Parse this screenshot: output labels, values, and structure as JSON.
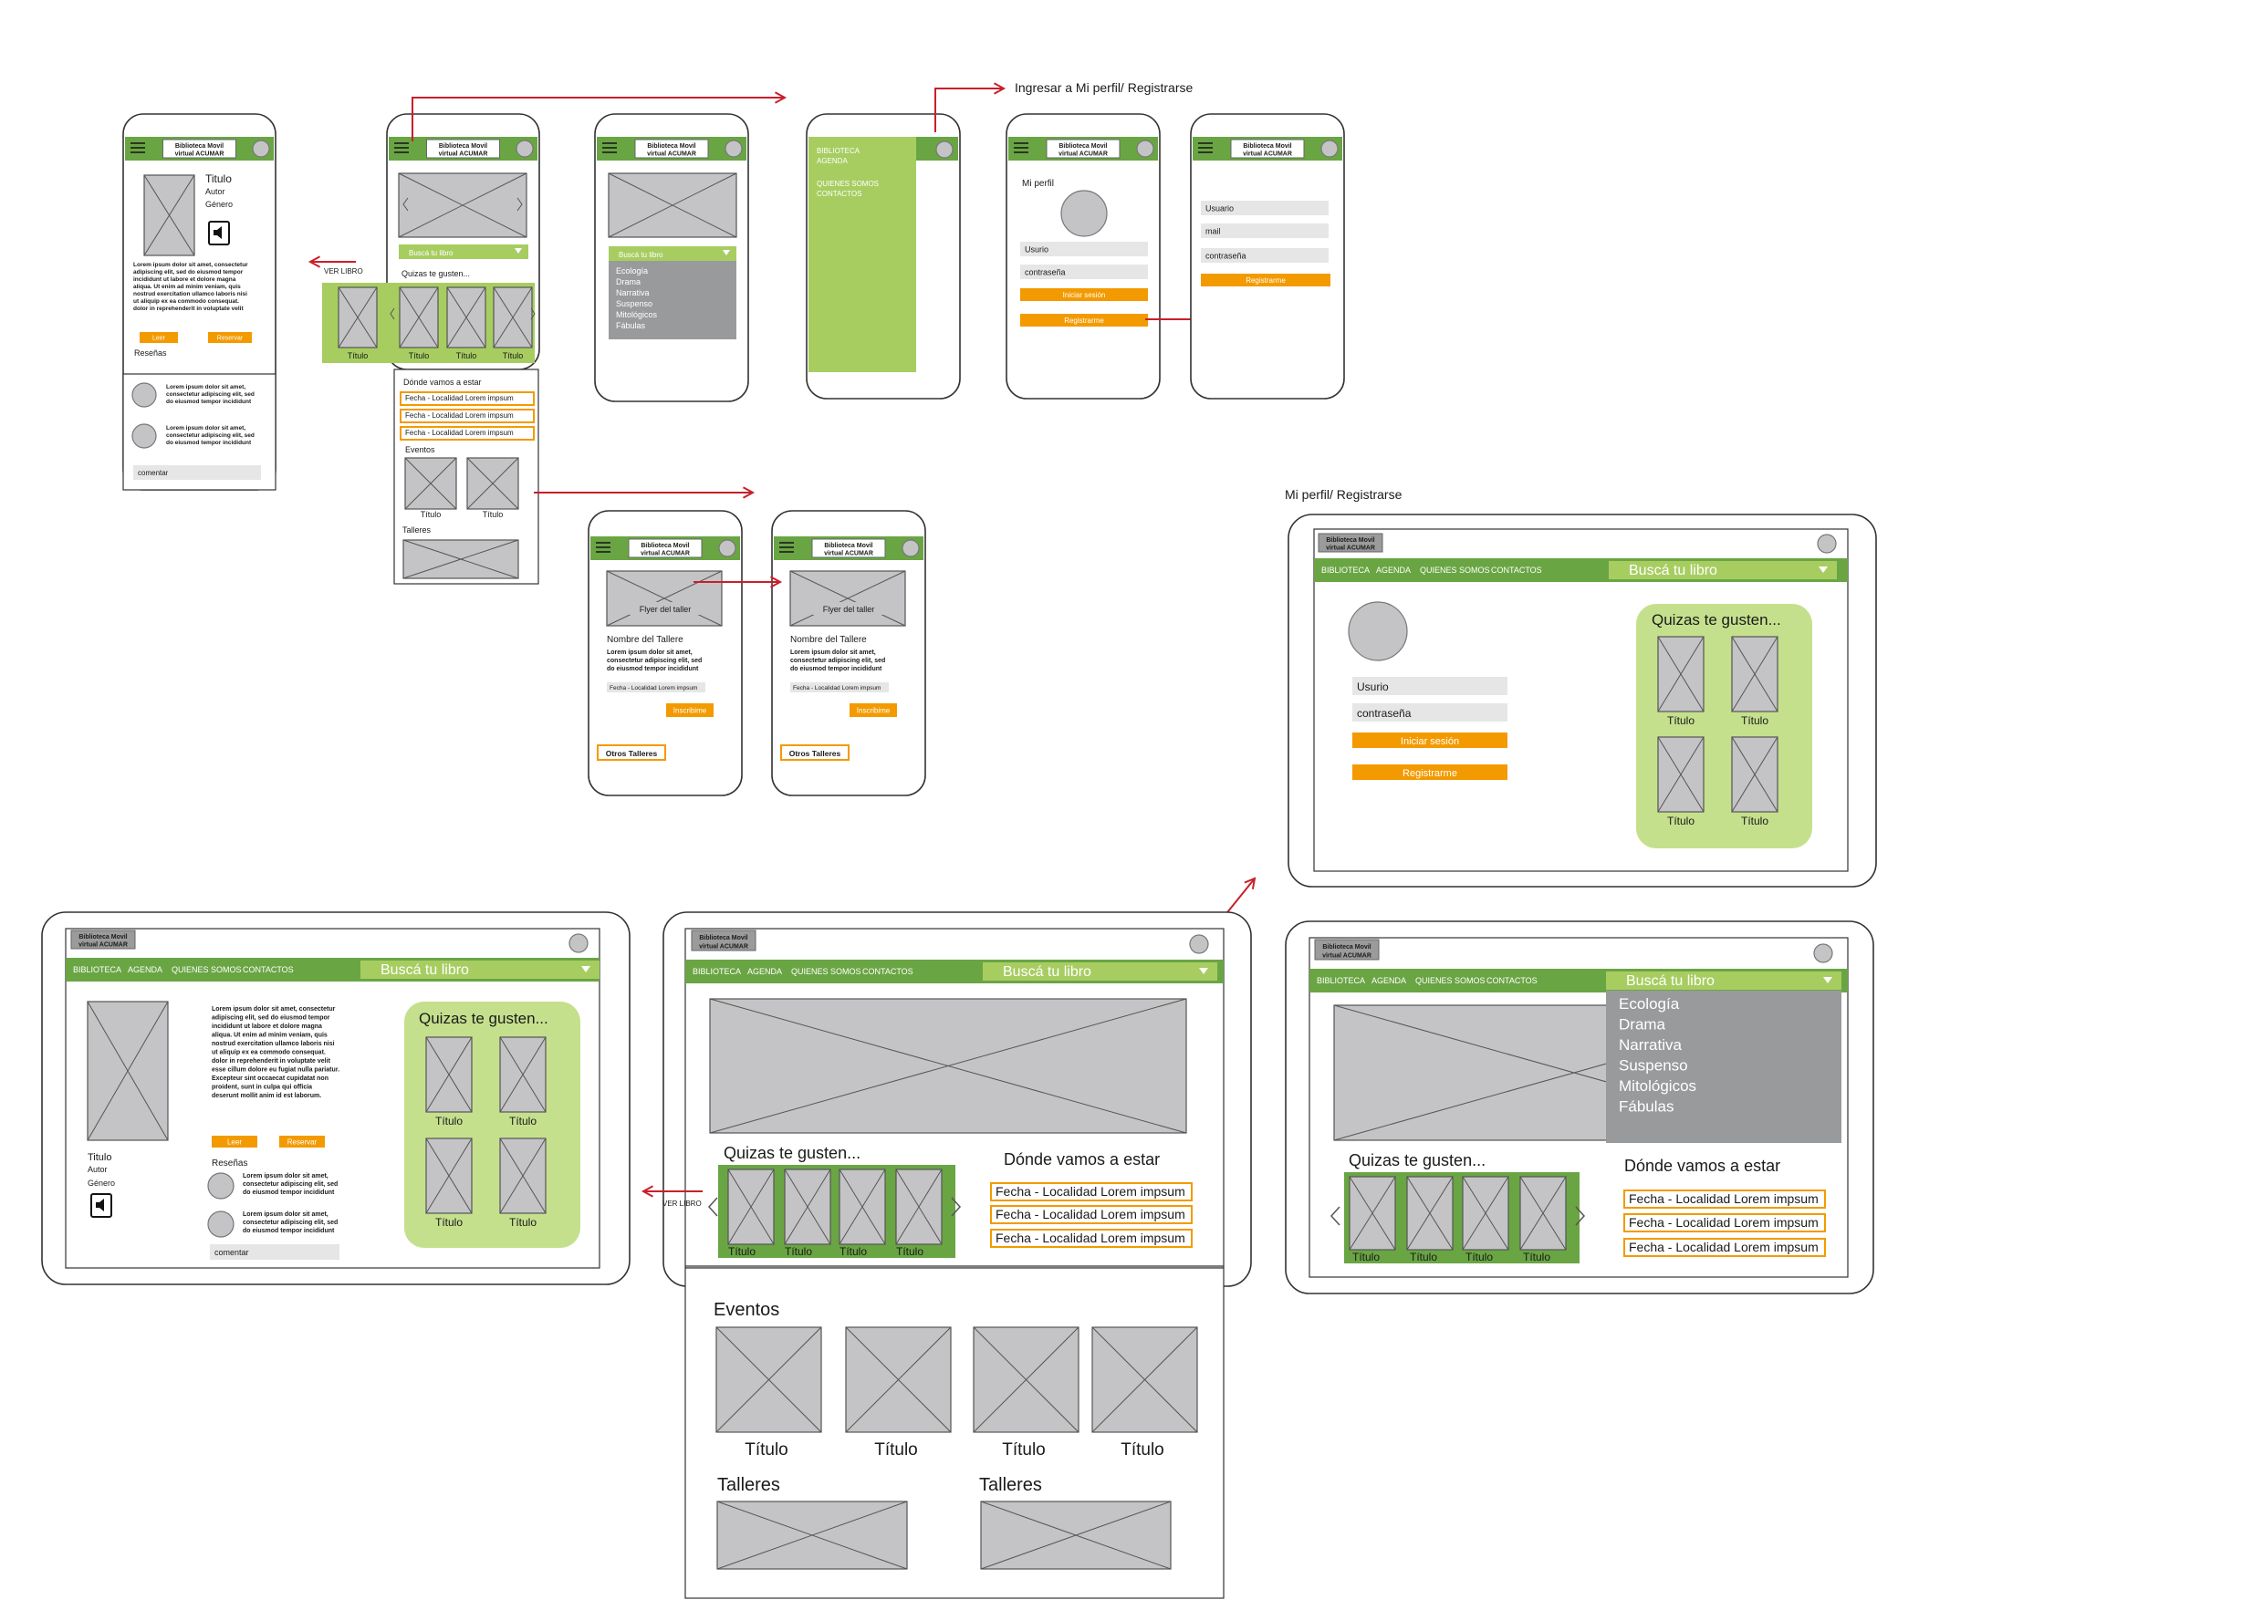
{
  "brand_line1": "Biblioteca Movil",
  "brand_line2": "virtual ACUMAR",
  "flow_label_login": "Ingresar a Mi perfil/ Registrarse",
  "flow_label_profile_tablet": "Mi perfil/ Registrarse",
  "ver_libro": "VER LIBRO",
  "book": {
    "title": "Titulo",
    "author": "Autor",
    "genre": "Género",
    "lorem_lines": [
      "Lorem ipsum dolor sit amet, consectetur",
      "adipiscing elit, sed do eiusmod tempor",
      "incididunt ut labore et dolore magna",
      "aliqua. Ut enim ad minim veniam, quis",
      "nostrud exercitation ullamco laboris nisi",
      "ut aliquip ex ea commodo consequat.",
      "dolor in reprehenderit in voluptate velit"
    ],
    "lorem_lines_long": [
      "Lorem ipsum dolor sit amet, consectetur",
      "adipiscing elit, sed do eiusmod tempor",
      "incididunt ut labore et dolore magna",
      "aliqua. Ut enim ad minim veniam, quis",
      "nostrud exercitation ullamco laboris nisi",
      "ut aliquip ex ea commodo consequat.",
      "dolor in reprehenderit in voluptate velit",
      "esse cillum dolore eu fugiat nulla pariatur.",
      "Excepteur sint occaecat cupidatat non",
      "proident, sunt in culpa qui officia",
      "deserunt mollit anim id est laborum."
    ],
    "read": "Leer",
    "reserve": "Reservar",
    "reviews": "Reseñas",
    "review_lines": [
      "Lorem ipsum dolor sit amet,",
      "consectetur adipiscing elit, sed",
      "do eiusmod tempor incididunt"
    ],
    "comment": "comentar"
  },
  "home": {
    "search": "Buscá tu libro",
    "suggest": "Quizas te gusten...",
    "item_title": "Título",
    "where": "Dónde vamos a estar",
    "where_short": "Dónde vamos a estar",
    "events": [
      "Fecha - Localidad Lorem impsum",
      "Fecha - Localidad Lorem impsum",
      "Fecha - Localidad Lorem impsum"
    ],
    "eventos": "Eventos",
    "talleres": "Talleres"
  },
  "genres": [
    "Ecología",
    "Drama",
    "Narrativa",
    "Suspenso",
    "Mitológicos",
    "Fábulas"
  ],
  "menu": [
    "BIBLIOTECA",
    "AGENDA",
    "QUIENES SOMOS",
    "CONTACTOS"
  ],
  "profile": {
    "title": "Mi perfil",
    "user": "Usurio",
    "pass": "contraseña",
    "login": "Iniciar sesión",
    "register": "Registrarme",
    "reg_user": "Usuario",
    "reg_mail": "mail",
    "reg_pass": "contraseña"
  },
  "taller": {
    "flyer": "Flyer del taller",
    "name": "Nombre del Tallere",
    "lines": [
      "Lorem ipsum dolor sit amet,",
      "consectetur adipiscing elit, sed",
      "do eiusmod tempor incididunt"
    ],
    "date": "Fecha - Localidad Lorem impsum",
    "signup": "Inscribime",
    "others": "Otros Talleres"
  },
  "colors": {
    "green": "#6aa544",
    "light_green": "#a7cd61",
    "panel_green": "#c5e08d",
    "orange": "#f39a00",
    "gray": "#c4c4c6",
    "red": "#c8202a"
  }
}
